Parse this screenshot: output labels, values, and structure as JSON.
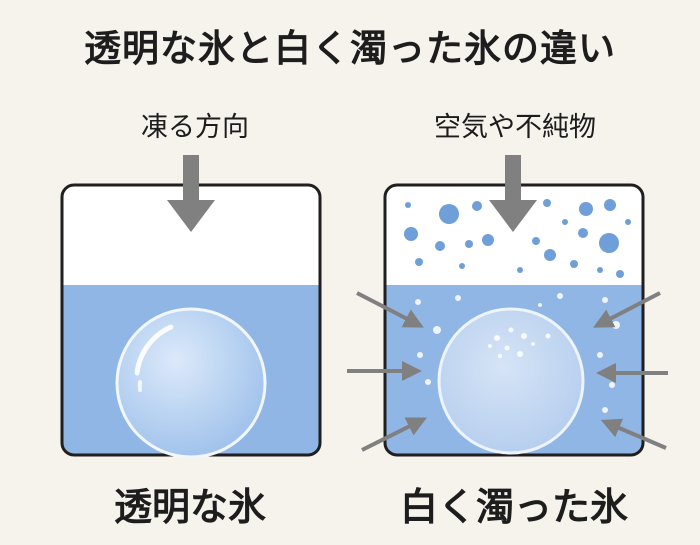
{
  "title": "透明な氷と白く濁った氷の違い",
  "left_panel": {
    "arrow_label": "凍る方向",
    "caption": "透明な氷"
  },
  "right_panel": {
    "arrow_label": "空気や不純物",
    "caption": "白く濁った氷"
  },
  "colors": {
    "background": "#f6f2ec",
    "water": "#8fb6e4",
    "air": "#ffffff",
    "outline": "#1f1f1f",
    "arrow": "#808080",
    "bubble": "#6f9fd8"
  },
  "icons": [
    "down-arrow-icon",
    "side-arrow-icon",
    "ice-sphere-icon",
    "air-bubble-icon"
  ]
}
